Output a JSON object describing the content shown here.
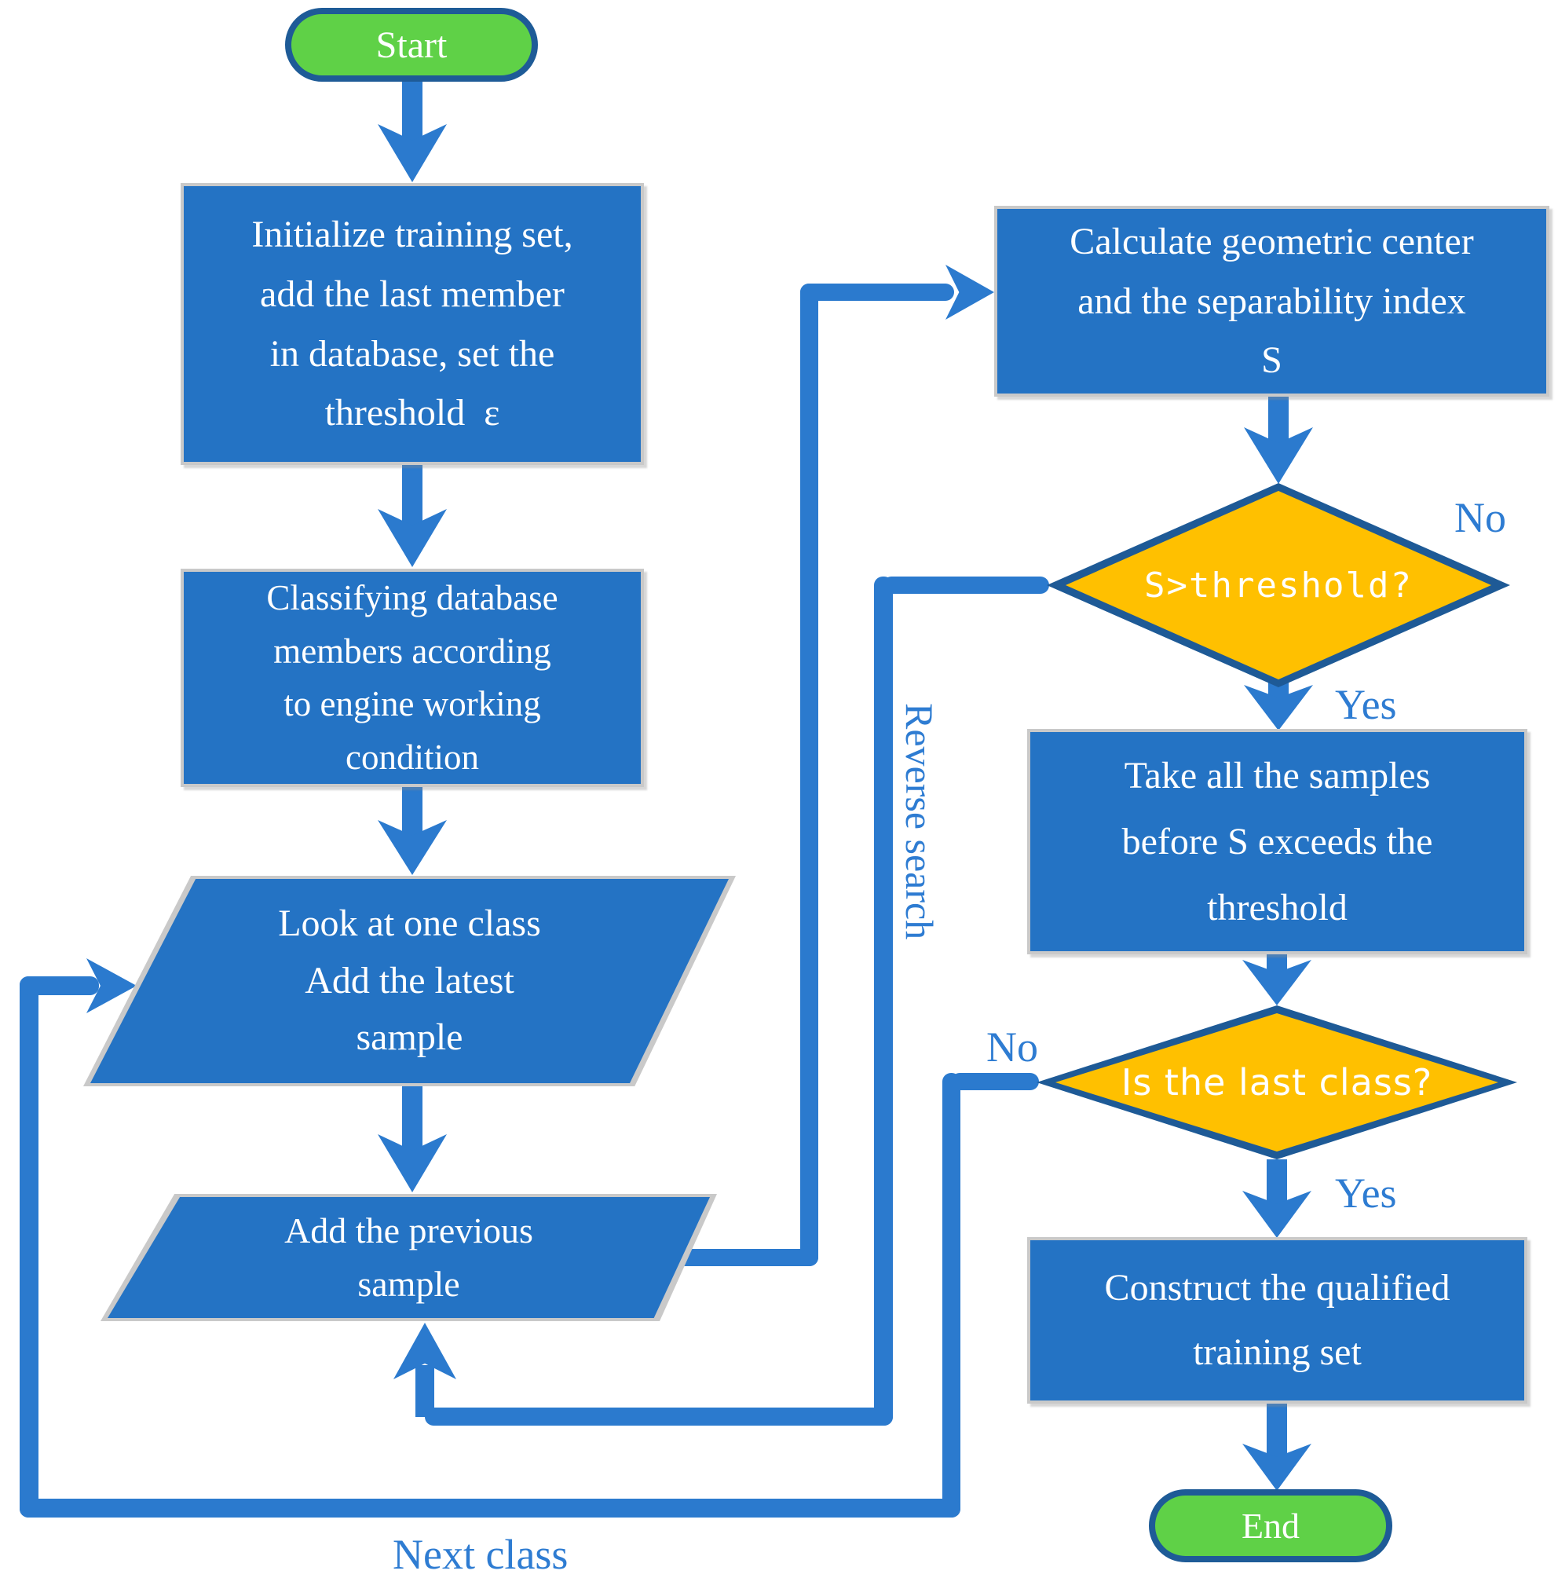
{
  "colors": {
    "process-fill": "#2473C4",
    "connector": "#2B7ACE",
    "decision-fill": "#FFC000",
    "decision-border": "#1E5A96",
    "terminal-fill": "#5FD147",
    "terminal-border": "#1E5B97",
    "node-border": "#C9C9C9",
    "node-text": "#FFFFFF",
    "label-text": "#2E7CD2"
  },
  "nodes": {
    "start": {
      "label": "Start"
    },
    "initialize": {
      "label": "Initialize training set,\nadd the last member\nin database, set the\nthreshold  ε"
    },
    "classify": {
      "label": "Classifying database\nmembers according\nto engine working\ncondition"
    },
    "look": {
      "label": "Look at one class\nAdd the latest\nsample"
    },
    "add_previous": {
      "label": "Add the previous\nsample"
    },
    "calculate": {
      "label": "Calculate geometric center\nand the separability index\nS"
    },
    "s_threshold": {
      "label": "S>threshold?"
    },
    "take_samples": {
      "label": "Take all the samples\nbefore S exceeds the\nthreshold"
    },
    "last_class": {
      "label": "Is the last class?"
    },
    "construct": {
      "label": "Construct the qualified\ntraining set"
    },
    "end": {
      "label": "End"
    }
  },
  "edge_labels": {
    "s_threshold_no": "No",
    "s_threshold_yes": "Yes",
    "last_class_no": "No",
    "last_class_yes": "Yes",
    "reverse_search": "Reverse search",
    "next_class": "Next class"
  }
}
